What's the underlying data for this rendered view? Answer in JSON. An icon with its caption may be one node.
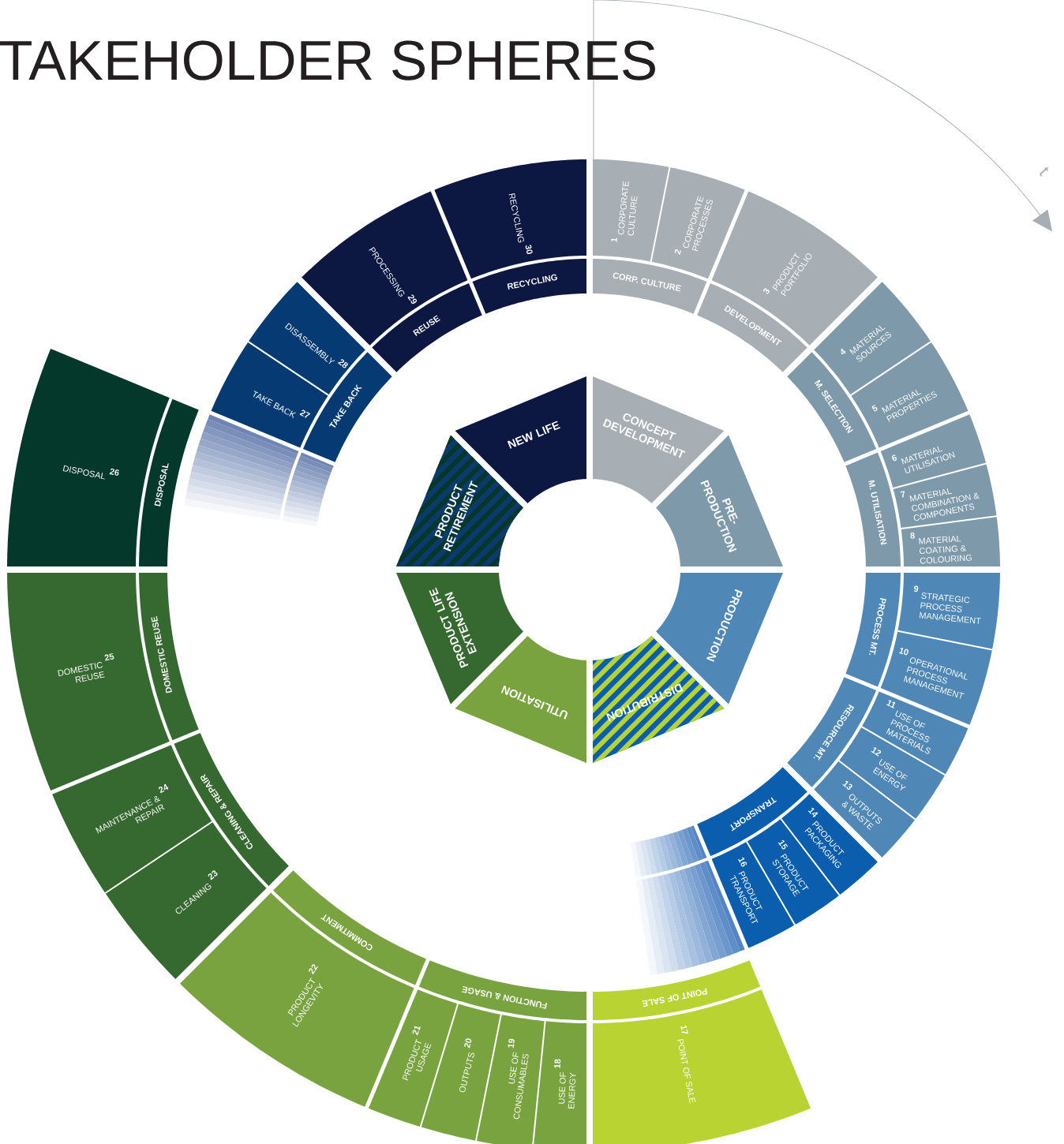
{
  "diagram": {
    "title": "TAKEHOLDER SPHERES",
    "nodes": [
      {
        "text": [
          "CONCEPT DEVELOPMENT"
        ]
      },
      {
        "text": [
          "PRE-PRODUCTION"
        ]
      },
      {
        "text": [
          "PRODUCTION"
        ]
      },
      {
        "text": [
          "DISTRIBUTION"
        ]
      },
      {
        "text": [
          "UTILISATION"
        ]
      },
      {
        "text": [
          "PRODUCT LIFE EXTENSION"
        ]
      },
      {
        "text": [
          "PRODUCT RETIREMENT"
        ]
      },
      {
        "text": [
          "NEW LIFE"
        ]
      },
      {
        "text": [
          "CORP. CULTURE"
        ]
      },
      {
        "text": [
          "DEVELOPMENT"
        ]
      },
      {
        "text": [
          "M. SELECTION"
        ]
      },
      {
        "text": [
          "M. UTILISATION"
        ]
      },
      {
        "text": [
          "PROCESS MT."
        ]
      },
      {
        "text": [
          "RESOURCE MT."
        ]
      },
      {
        "text": [
          "TRANSPORT"
        ]
      },
      {
        "text": [
          "POINT OF SALE"
        ]
      },
      {
        "text": [
          "FUNCTION & USAGE"
        ]
      },
      {
        "text": [
          "COMMITMENT"
        ]
      },
      {
        "text": [
          "CLEANING & REPAIR"
        ]
      },
      {
        "text": [
          "DOMESTIC REUSE"
        ]
      },
      {
        "text": [
          "DISPOSAL"
        ]
      },
      {
        "text": [
          "TAKE BACK"
        ]
      },
      {
        "text": [
          "REUSE"
        ]
      },
      {
        "text": [
          "RECYCLING"
        ]
      },
      {
        "text": [
          "1",
          "CORPORATE CULTURE"
        ]
      },
      {
        "text": [
          "2",
          "CORPORATE PROCESSES"
        ]
      },
      {
        "text": [
          "3",
          "PRODUCT PORTFOLIO"
        ]
      },
      {
        "text": [
          "4",
          "MATERIAL SOURCES"
        ]
      },
      {
        "text": [
          "5",
          "MATERIAL PROPERTIES"
        ]
      },
      {
        "text": [
          "6",
          "MATERIAL UTILISATION"
        ]
      },
      {
        "text": [
          "7",
          "MATERIAL COMBINATION & COMPONENTS"
        ]
      },
      {
        "text": [
          "8",
          "MATERIAL COATING & COLOURING"
        ]
      },
      {
        "text": [
          "9",
          "STRATEGIC PROCESS MANAGEMENT"
        ]
      },
      {
        "text": [
          "10",
          "OPERATIONAL PROCESS MANAGEMENT"
        ]
      },
      {
        "text": [
          "11",
          "USE OF PROCESS MATERIALS"
        ]
      },
      {
        "text": [
          "12",
          "USE OF ENERGY"
        ]
      },
      {
        "text": [
          "13",
          "OUTPUTS & WASTE"
        ]
      },
      {
        "text": [
          "14",
          "PRODUCT PACKAGING"
        ]
      },
      {
        "text": [
          "15",
          "PRODUCT STORAGE"
        ]
      },
      {
        "text": [
          "16",
          "PRODUCT TRANSPORT"
        ]
      },
      {
        "text": [
          "17",
          "POINT OF SALE"
        ]
      },
      {
        "text": [
          "18",
          "USE OF ENERGY"
        ]
      },
      {
        "text": [
          "19",
          "USE OF CONSUMABLES"
        ]
      },
      {
        "text": [
          "20",
          "OUTPUTS"
        ]
      },
      {
        "text": [
          "21",
          "PRODUCT USAGE"
        ]
      },
      {
        "text": [
          "22",
          "PRODUCT LONGEVITY"
        ]
      },
      {
        "text": [
          "23",
          "CLEANING"
        ]
      },
      {
        "text": [
          "24",
          "MAINTENANCE & REPAIR"
        ]
      },
      {
        "text": [
          "25",
          "DOMESTIC REUSE"
        ]
      },
      {
        "text": [
          "26",
          "DISPOSAL"
        ]
      },
      {
        "text": [
          "27",
          "TAKE BACK"
        ]
      },
      {
        "text": [
          "28",
          "DISASSEMBLY"
        ]
      },
      {
        "text": [
          "29",
          "PROCESSING"
        ]
      },
      {
        "text": [
          "30",
          "RECYCLING"
        ]
      }
    ],
    "labels": [
      "t"
    ]
  }
}
